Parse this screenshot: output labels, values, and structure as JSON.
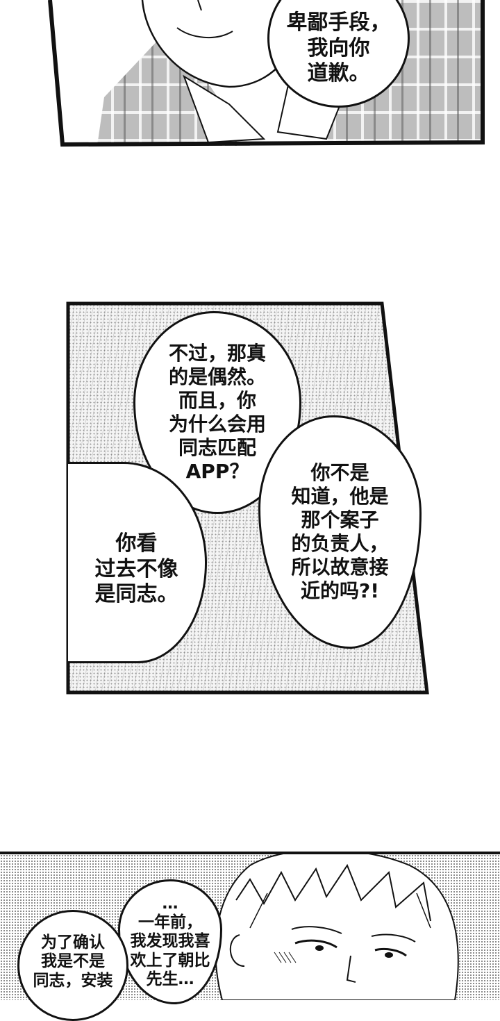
{
  "panel_top": {
    "bubble_text": "卑鄙手段，\n我向你\n道歉。"
  },
  "panel_middle": {
    "bubble_left_top": "不过，那真\n的是偶然。\n而且，你\n为什么会用\n同志匹配\nAPP？",
    "bubble_left_bottom": "你看\n过去不像\n是同志。",
    "bubble_right": "你不是\n知道，他是\n那个案子\n的负责人，\n所以故意接\n近的吗?!"
  },
  "panel_bottom": {
    "bubble_center": "…\n一年前，\n我发现我喜\n欢上了朝比\n先生…",
    "bubble_left": "为了确认\n我是不是\n同志，安装"
  }
}
